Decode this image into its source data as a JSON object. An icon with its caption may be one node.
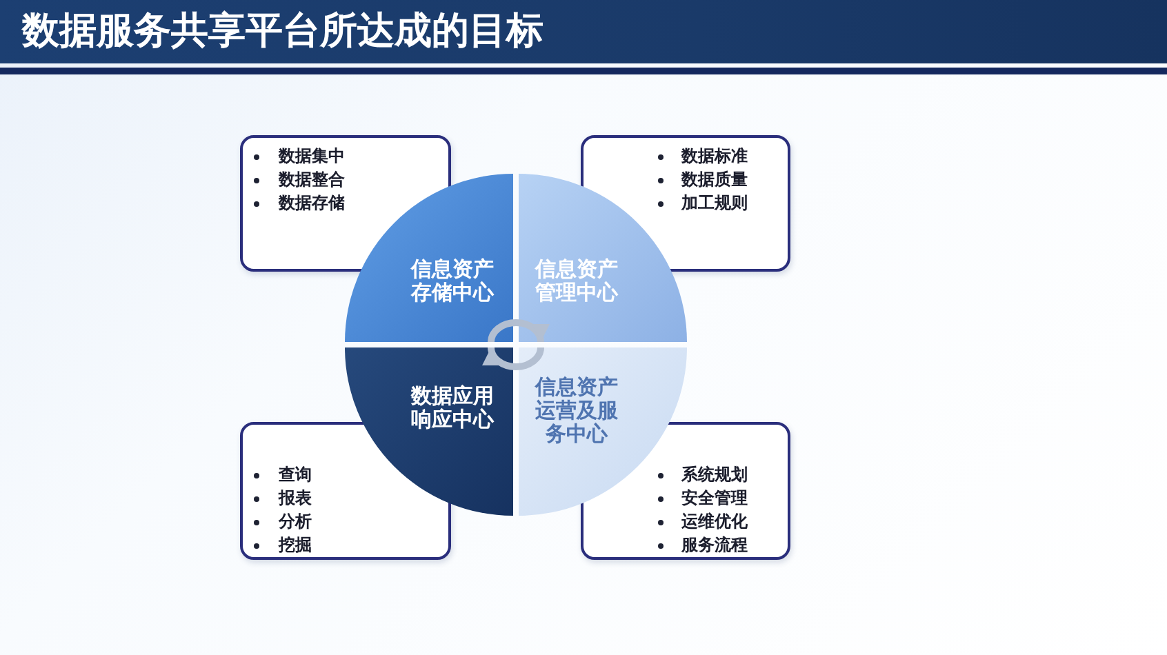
{
  "diagram": {
    "title": "数据服务共享平台所达成的目标",
    "nodes": [
      {
        "text": [
          "数据集中",
          "数据整合",
          "数据存储"
        ]
      },
      {
        "text": [
          "数据标准",
          "数据质量",
          "加工规则"
        ]
      },
      {
        "text": [
          "信息资产存储中心"
        ]
      },
      {
        "text": [
          "信息资产管理中心"
        ]
      },
      {
        "text": [
          "数据应用响应中心"
        ]
      },
      {
        "text": [
          "信息资产运营及服务中心"
        ]
      },
      {
        "text": [
          "查询",
          "报表",
          "分析",
          "挖掘"
        ]
      },
      {
        "text": [
          "系统规划",
          "安全管理",
          "运维优化",
          "服务流程"
        ]
      }
    ],
    "edges": [
      {
        "from": 2,
        "to": 3,
        "arrow": "to"
      },
      {
        "from": 5,
        "to": 4,
        "arrow": "to"
      }
    ]
  }
}
